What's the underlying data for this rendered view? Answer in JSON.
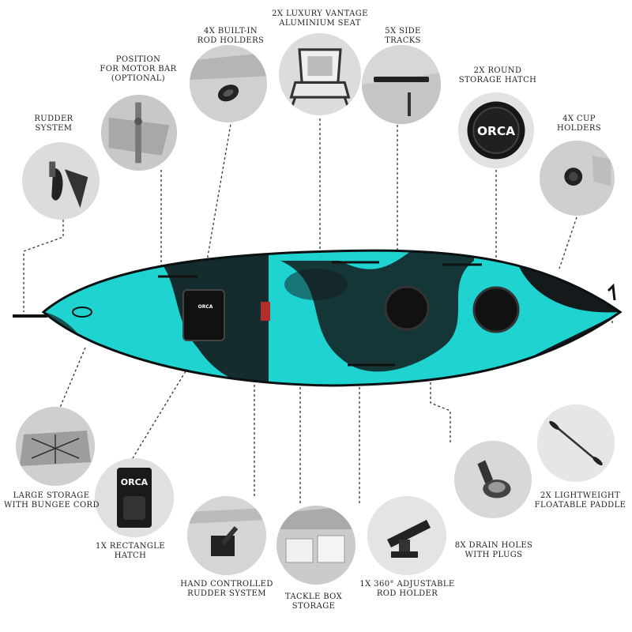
{
  "colors": {
    "hull_accent": "#1fd3d0",
    "hull_dark": "#141a1c",
    "callout_bg": "#dcdcdc",
    "leader": "#333333"
  },
  "features": {
    "rudder_system": [
      "RUDDER",
      "SYSTEM"
    ],
    "motor_bar": [
      "POSITION",
      "FOR MOTOR BAR",
      "(OPTIONAL)"
    ],
    "rod_holders": [
      "4X BUILT-IN",
      "ROD HOLDERS"
    ],
    "seat": [
      "2X LUXURY VANTAGE",
      "ALUMINIUM SEAT"
    ],
    "side_tracks": [
      "5X SIDE",
      "TRACKS"
    ],
    "round_hatch": [
      "2X ROUND",
      "STORAGE HATCH"
    ],
    "cup_holders": [
      "4X CUP",
      "HOLDERS"
    ],
    "large_storage": [
      "LARGE STORAGE",
      "WITH BUNGEE CORD"
    ],
    "rect_hatch": [
      "1X RECTANGLE",
      "HATCH"
    ],
    "hand_rudder": [
      "HAND CONTROLLED",
      "RUDDER SYSTEM"
    ],
    "tackle_box": [
      "TACKLE BOX",
      "STORAGE"
    ],
    "adj_rod_holder": [
      "1X 360° ADJUSTABLE",
      "ROD HOLDER"
    ],
    "drain_holes": [
      "8X DRAIN HOLES",
      "WITH PLUGS"
    ],
    "paddle": [
      "2X LIGHTWEIGHT",
      "FLOATABLE PADDLE"
    ]
  },
  "brand": "ORCA"
}
